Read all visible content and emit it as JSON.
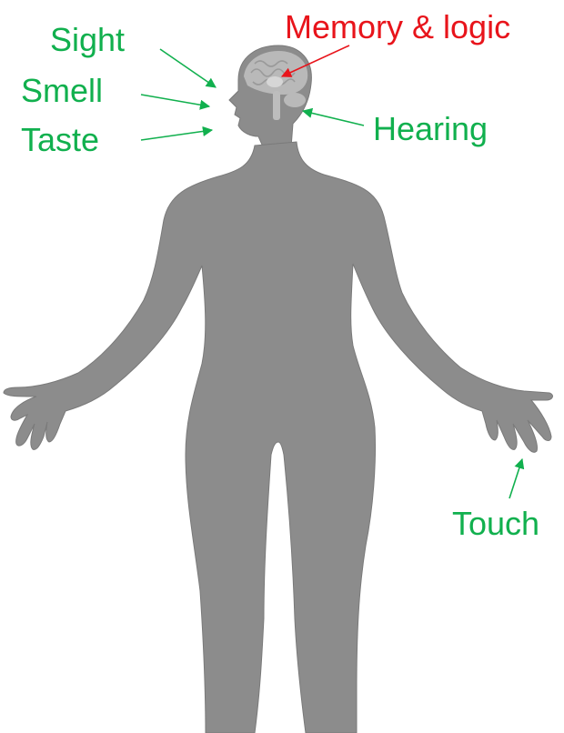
{
  "colors": {
    "sense": "#11b04e",
    "cognition": "#e8141b",
    "body": "#8c8c8c",
    "body_edge": "#7a7a7a",
    "brain": "#b9b9b9"
  },
  "labels": {
    "sight": "Sight",
    "smell": "Smell",
    "taste": "Taste",
    "memory": "Memory & logic",
    "hearing": "Hearing",
    "touch": "Touch"
  },
  "icons": {
    "figure": "human-body-silhouette-icon",
    "brain": "brain-icon"
  }
}
